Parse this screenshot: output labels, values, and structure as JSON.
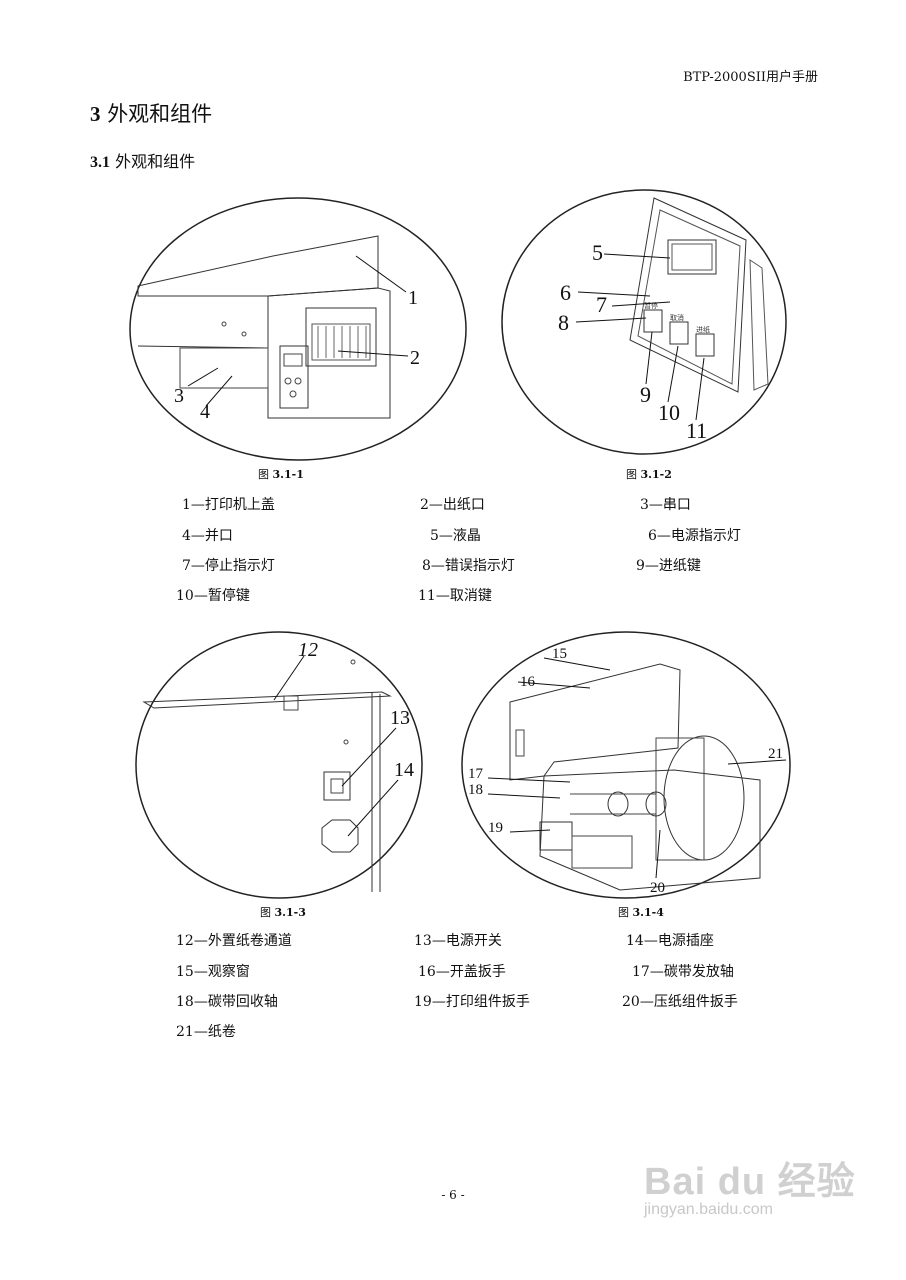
{
  "header": {
    "manual_title": "BTP-2000SII用户手册"
  },
  "chapter": {
    "num": "3",
    "title": "外观和组件"
  },
  "section": {
    "num": "3.1",
    "title": "外观和组件"
  },
  "figures": [
    {
      "label": "图",
      "num": "3.1-1",
      "callouts": [
        "1",
        "2",
        "3",
        "4"
      ]
    },
    {
      "label": "图",
      "num": "3.1-2",
      "callouts": [
        "5",
        "6",
        "7",
        "8",
        "9",
        "10",
        "11"
      ]
    },
    {
      "label": "图",
      "num": "3.1-3",
      "callouts": [
        "12",
        "13",
        "14"
      ]
    },
    {
      "label": "图",
      "num": "3.1-4",
      "callouts": [
        "15",
        "16",
        "17",
        "18",
        "19",
        "20",
        "21"
      ]
    }
  ],
  "legend1": [
    "1—打印机上盖",
    "2—出纸口",
    "3—串口",
    "4—并口",
    "5—液晶",
    "6—电源指示灯",
    "7—停止指示灯",
    "8—错误指示灯",
    "9—进纸键",
    "10—暂停键",
    "11—取消键"
  ],
  "legend2": [
    "12—外置纸卷通道",
    "13—电源开关",
    "14—电源插座",
    "15—观察窗",
    "16—开盖扳手",
    "17—碳带发放轴",
    "18—碳带回收轴",
    "19—打印组件扳手",
    "20—压纸组件扳手",
    "21—纸卷"
  ],
  "panel_labels": [
    "暂停",
    "取消",
    "进纸"
  ],
  "page_number": "- 6 -",
  "watermark": {
    "brand": "Bai du 经验",
    "url": "jingyan.baidu.com"
  }
}
